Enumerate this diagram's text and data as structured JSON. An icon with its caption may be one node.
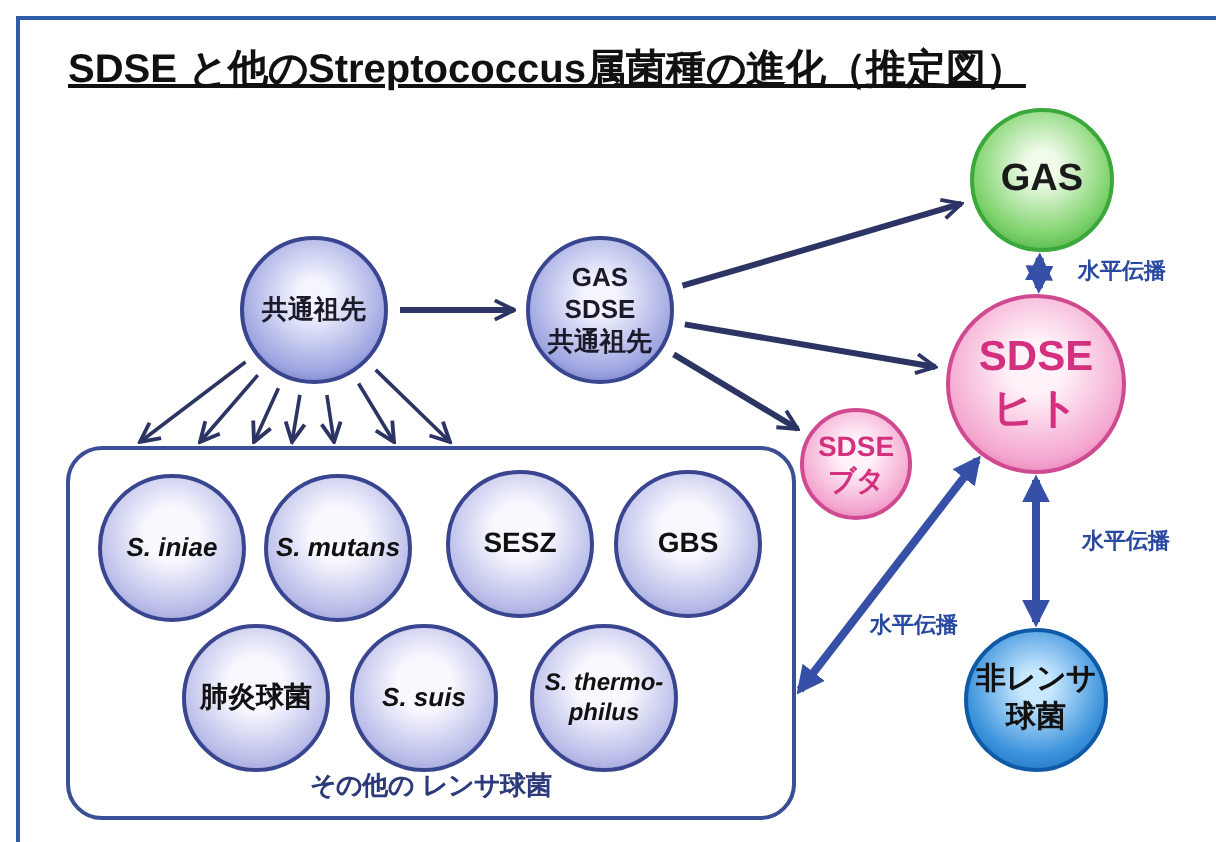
{
  "diagram": {
    "title": "SDSE と他のStreptococcus属菌種の進化（推定図）",
    "nodes": [
      {
        "text": [
          "共通祖先"
        ]
      },
      {
        "text": [
          "GAS SDSE 共通祖先"
        ]
      },
      {
        "text": [
          "GAS"
        ]
      },
      {
        "text": [
          "SDSE ヒト"
        ]
      },
      {
        "text": [
          "SDSE ブタ"
        ]
      },
      {
        "text": [
          "その他の レンサ球菌"
        ]
      },
      {
        "text": [
          "S. iniae"
        ],
        "in": 5
      },
      {
        "text": [
          "S. mutans"
        ],
        "in": 5
      },
      {
        "text": [
          "SESZ"
        ],
        "in": 5
      },
      {
        "text": [
          "GBS"
        ],
        "in": 5
      },
      {
        "text": [
          "肺炎球菌"
        ],
        "in": 5
      },
      {
        "text": [
          "S. suis"
        ],
        "in": 5
      },
      {
        "text": [
          "S. thermo- philus"
        ],
        "in": 5
      },
      {
        "text": [
          "非レンサ球菌"
        ]
      }
    ],
    "edges": [
      {
        "from": 0,
        "to": 1,
        "arrow": "to"
      },
      {
        "from": 0,
        "to": 5,
        "arrow": "to"
      },
      {
        "from": 0,
        "to": 5,
        "arrow": "to"
      },
      {
        "from": 0,
        "to": 5,
        "arrow": "to"
      },
      {
        "from": 0,
        "to": 5,
        "arrow": "to"
      },
      {
        "from": 0,
        "to": 5,
        "arrow": "to"
      },
      {
        "from": 0,
        "to": 5,
        "arrow": "to"
      },
      {
        "from": 0,
        "to": 5,
        "arrow": "to"
      },
      {
        "from": 1,
        "to": 2,
        "arrow": "to"
      },
      {
        "from": 1,
        "to": 3,
        "arrow": "to"
      },
      {
        "from": 1,
        "to": 4,
        "arrow": "to"
      },
      {
        "from": 3,
        "to": 2,
        "arrow": "both",
        "label": "水平伝播",
        "style": "thick",
        "color": "#3650a8"
      },
      {
        "from": 3,
        "to": 13,
        "arrow": "both",
        "label": "水平伝播",
        "style": "thick",
        "color": "#3650a8"
      },
      {
        "from": 3,
        "to": 5,
        "arrow": "both",
        "label": "水平伝播",
        "style": "thick",
        "color": "#3650a8"
      }
    ]
  }
}
